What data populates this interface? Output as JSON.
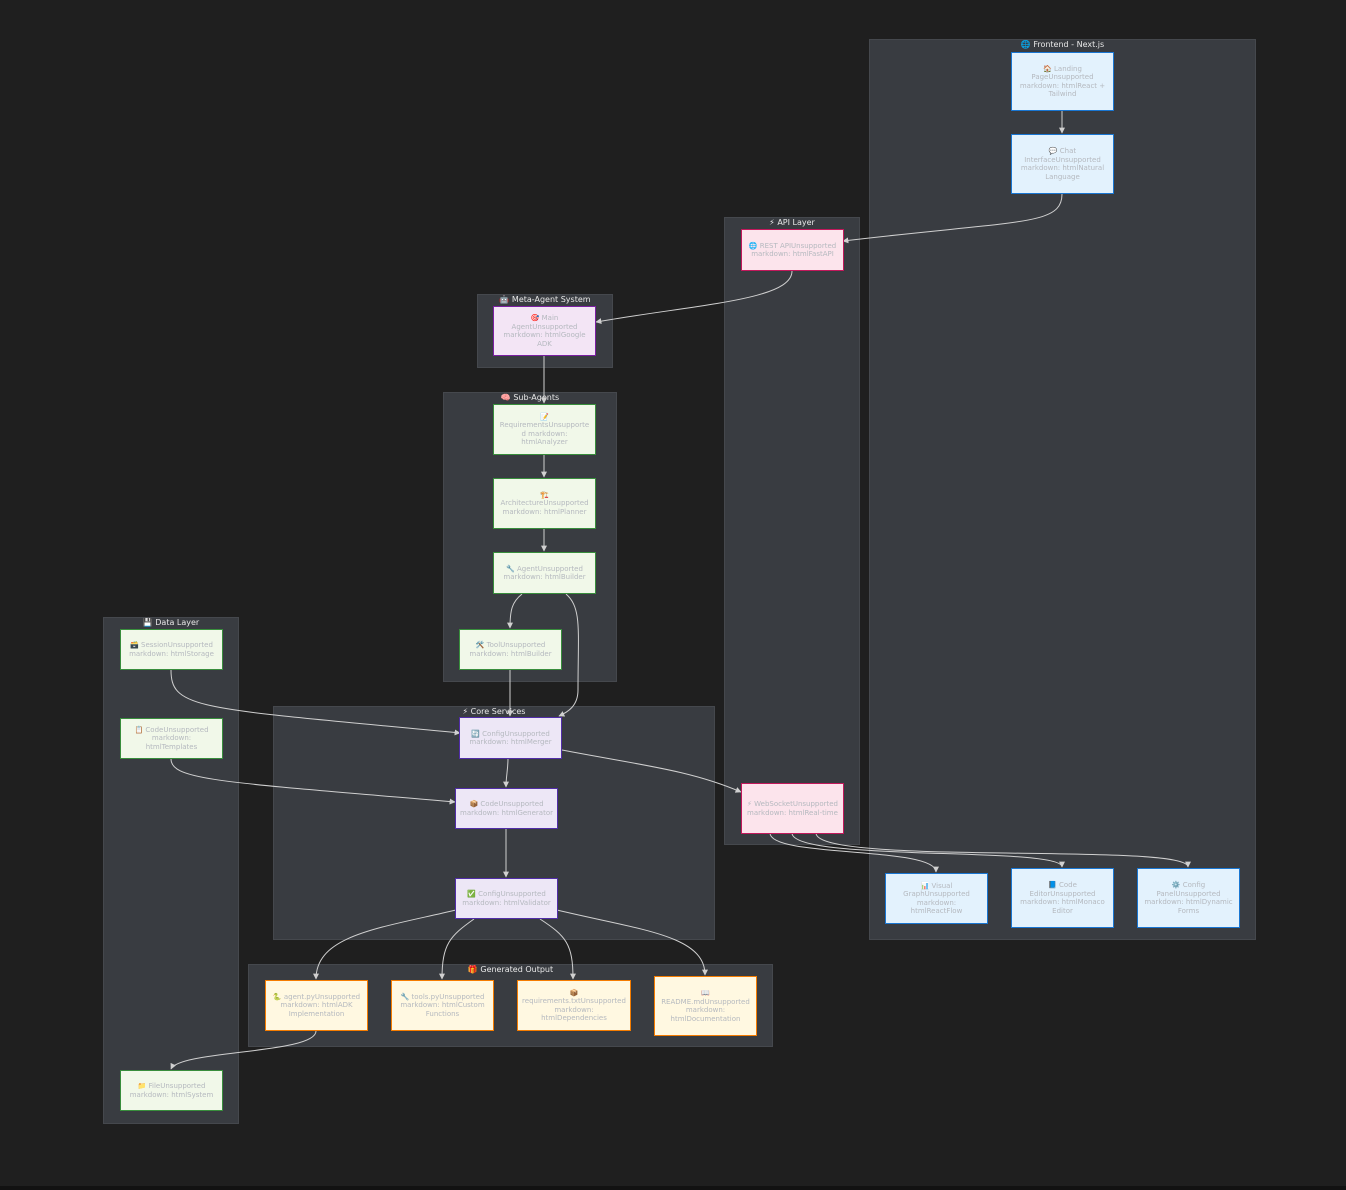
{
  "clusters": {
    "frontend": "🌐 Frontend - Next.js",
    "api": "⚡ API Layer",
    "meta": "🤖 Meta-Agent System",
    "sub": "🧠 Sub-Agents",
    "core": "⚡ Core Services",
    "data": "💾 Data Layer",
    "output": "🎁 Generated Output"
  },
  "nodes": {
    "landing": "🏠 Landing PageUnsupported markdown: htmlReact + Tailwind",
    "chat": "💬 Chat InterfaceUnsupported markdown: htmlNatural Language",
    "visual": "📊 Visual GraphUnsupported markdown: htmlReactFlow",
    "codeeditor": "📘 Code EditorUnsupported markdown: htmlMonaco Editor",
    "configpanel": "⚙️ Config PanelUnsupported markdown: htmlDynamic Forms",
    "rest": "🌐 REST APIUnsupported markdown: htmlFastAPI",
    "websocket": "⚡ WebSocketUnsupported markdown: htmlReal-time",
    "main": "🎯 Main AgentUnsupported markdown: htmlGoogle ADK",
    "requirements": "📝 RequirementsUnsupported markdown: htmlAnalyzer",
    "architecture": "🏗️ ArchitectureUnsupported markdown: htmlPlanner",
    "agentbuilder": "🔧 AgentUnsupported markdown: htmlBuilder",
    "toolbuilder": "🛠️ ToolUnsupported markdown: htmlBuilder",
    "configmerger": "🔄 ConfigUnsupported markdown: htmlMerger",
    "codegen": "📦 CodeUnsupported markdown: htmlGenerator",
    "validator": "✅ ConfigUnsupported markdown: htmlValidator",
    "session": "🗃️ SessionUnsupported markdown: htmlStorage",
    "templates": "📋 CodeUnsupported markdown: htmlTemplates",
    "filesystem": "📁 FileUnsupported markdown: htmlSystem",
    "agentpy": "🐍 agent.pyUnsupported markdown: htmlADK Implementation",
    "toolspy": "🔧 tools.pyUnsupported markdown: htmlCustom Functions",
    "reqtxt": "📦 requirements.txtUnsupported markdown: htmlDependencies",
    "readme": "📖 README.mdUnsupported markdown: htmlDocumentation"
  }
}
